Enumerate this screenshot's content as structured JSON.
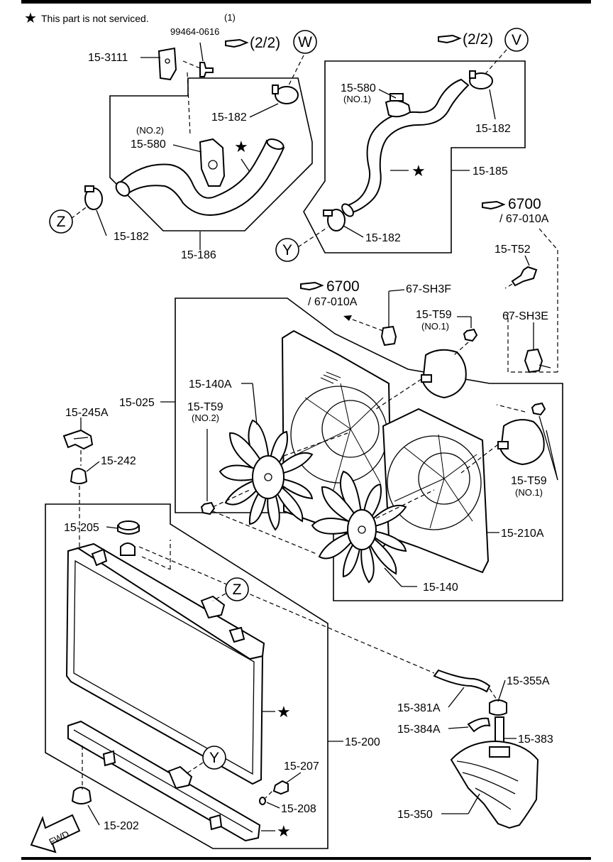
{
  "note": "This part is not serviced.",
  "refs": {
    "ref_w_qty": "(1)",
    "ref_w_code": "99464-0616",
    "ref_w_page": "(2/2)",
    "ref_v_page": "(2/2)",
    "ref_6700_a": "6700",
    "ref_6700_a_sub": "/ 67-010A",
    "ref_6700_b": "6700",
    "ref_6700_b_sub": "/ 67-010A"
  },
  "circles": {
    "w": "W",
    "v": "V",
    "z_top": "Z",
    "y_top": "Y",
    "z_rad": "Z",
    "y_rad": "Y"
  },
  "parts": {
    "p_15_3111": "15-3111",
    "p_15_182_a": "15-182",
    "p_15_580_no2_sub": "(NO.2)",
    "p_15_580_no2": "15-580",
    "p_15_182_b": "15-182",
    "p_15_186": "15-186",
    "p_15_580_no1": "15-580",
    "p_15_580_no1_sub": "(NO.1)",
    "p_15_182_c": "15-182",
    "p_15_185": "15-185",
    "p_15_182_d": "15-182",
    "p_15_t52": "15-T52",
    "p_67_sh3f": "67-SH3F",
    "p_15_t59_no1a": "15-T59",
    "p_15_t59_no1a_sub": "(NO.1)",
    "p_67_sh3e": "67-SH3E",
    "p_15_025": "15-025",
    "p_15_140a": "15-140A",
    "p_15_t59_no2": "15-T59",
    "p_15_t59_no2_sub": "(NO.2)",
    "p_15_t59_no1b": "15-T59",
    "p_15_t59_no1b_sub": "(NO.1)",
    "p_15_245a": "15-245A",
    "p_15_242": "15-242",
    "p_15_205": "15-205",
    "p_15_210a": "15-210A",
    "p_15_140": "15-140",
    "p_15_355a": "15-355A",
    "p_15_381a": "15-381A",
    "p_15_384a": "15-384A",
    "p_15_383": "15-383",
    "p_15_200": "15-200",
    "p_15_207": "15-207",
    "p_15_208": "15-208",
    "p_15_350": "15-350",
    "p_15_202": "15-202"
  },
  "fwd_label": "FWD",
  "star_symbol": "★"
}
